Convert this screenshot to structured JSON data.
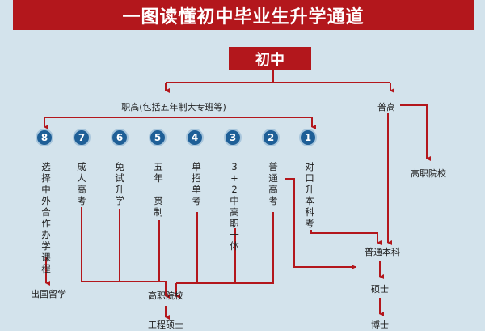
{
  "title": "一图读懂初中毕业生升学通道",
  "root": "初中",
  "branches": {
    "vocational": "职高(包括五年制大专班等)",
    "general": "普高"
  },
  "paths": [
    {
      "num": "8",
      "label": "选择中外合作办学课程"
    },
    {
      "num": "7",
      "label": "成人高考"
    },
    {
      "num": "6",
      "label": "免试升学"
    },
    {
      "num": "5",
      "label": "五年一贯制"
    },
    {
      "num": "4",
      "label": "单招单考"
    },
    {
      "num": "3",
      "label": "3+2中高职一体"
    },
    {
      "num": "2",
      "label": "普通高考"
    },
    {
      "num": "1",
      "label": "对口升本科考"
    }
  ],
  "outcomes": {
    "abroad": "出国留学",
    "vocational_college": "高职院校",
    "engineering_master": "工程硕士",
    "general_vocational_college": "高职院校",
    "undergraduate": "普通本科",
    "master": "硕士",
    "doctor": "博士"
  },
  "colors": {
    "accent": "#b3171c",
    "circle": "#1e5f97",
    "background": "#d3e3ec"
  }
}
